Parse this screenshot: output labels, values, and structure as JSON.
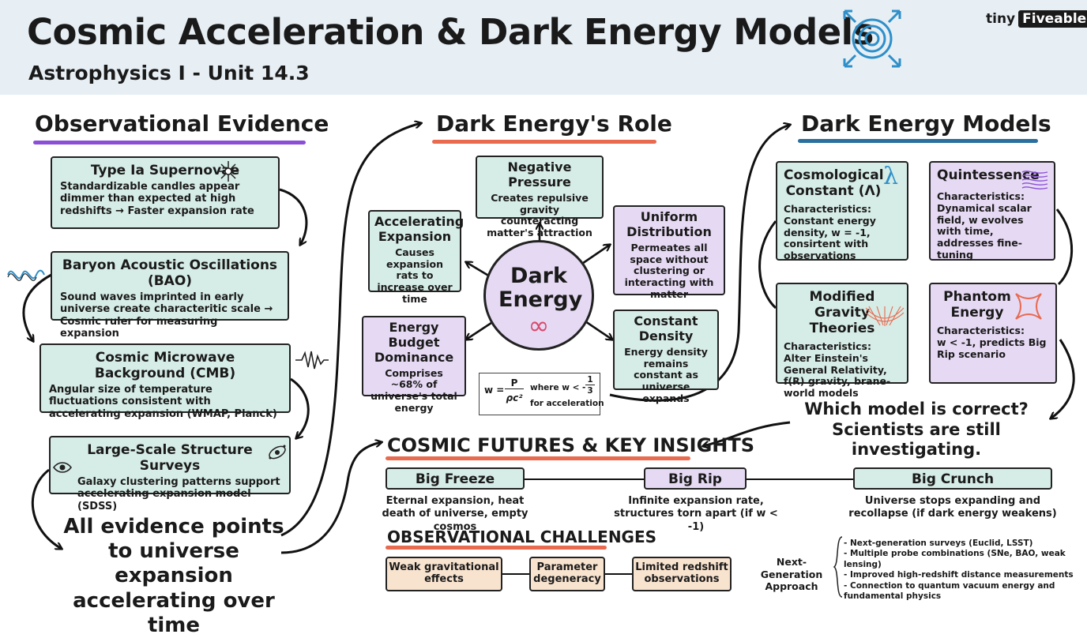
{
  "header": {
    "title": "Cosmic Acceleration & Dark Energy Models",
    "subtitle": "Astrophysics I - Unit 14.3",
    "brand_a": "tiny",
    "brand_b": "Fiveable"
  },
  "colors": {
    "header_bg": "#e7eff5",
    "green": "#d6ece6",
    "purple": "#e6d9f3",
    "peach": "#f8e3cf",
    "evidence_line": "#8a4fd6",
    "role_line": "#e86a4f",
    "models_line": "#2b6f9e",
    "futures_line": "#e86a4f",
    "icon_blue": "#2e8fc9"
  },
  "evidence": {
    "title": "Observational Evidence",
    "items": [
      {
        "title": "Type Ia Supernovae",
        "desc": "Standardizable candles appear dimmer than expected at high redshifts → Faster expansion rate",
        "icon": "starburst-icon"
      },
      {
        "title": "Baryon Acoustic Oscillations (BAO)",
        "desc": "Sound waves imprinted in early universe create characteritic scale → Cosmic ruler for measuring expansion",
        "icon": "wave-icon"
      },
      {
        "title": "Cosmic Microwave Background (CMB)",
        "desc": "Angular size of temperature fluctuations consistent with accelerating expansion (WMAP, Planck)",
        "icon": "signal-icon"
      },
      {
        "title": "Large-Scale Structure Surveys",
        "desc": "Galaxy clustering patterns support accelerating expansion model (SDSS)",
        "icon": "galaxy-icon"
      }
    ],
    "conclusion": "All evidence points to universe expansion accelerating over time"
  },
  "role": {
    "title": "Dark Energy's Role",
    "center": "Dark Energy",
    "center_symbol": "∞",
    "nodes": [
      {
        "title": "Negative Pressure",
        "desc": "Creates repulsive gravity counteracting matter's attraction"
      },
      {
        "title": "Uniform Distribution",
        "desc": "Permeates all space without clustering or interacting with matter"
      },
      {
        "title": "Constant Density",
        "desc": "Energy density remains constant as universe expands"
      },
      {
        "title": "Energy Budget Dominance",
        "desc": "Comprises ~68% of universe's total energy"
      },
      {
        "title": "Accelerating Expansion",
        "desc": "Causes expansion rats to increase over time"
      }
    ],
    "formula": {
      "lhs": "w =",
      "num": "P",
      "den": "ρc²",
      "cond": "where w < -",
      "frac_num": "1",
      "frac_den": "3",
      "note": "for acceleration"
    }
  },
  "models": {
    "title": "Dark Energy Models",
    "items": [
      {
        "title": "Cosmological Constant (Λ)",
        "symbol": "λ",
        "head": "Characteristics:",
        "desc": "Constant energy density, w = -1, consirtent with observations"
      },
      {
        "title": "Quintessence",
        "head": "Characteristics:",
        "desc": "Dynamical scalar field, w evolves with time, addresses fine-tuning",
        "icon": "field-lines-icon"
      },
      {
        "title": "Modified Gravity Theories",
        "head": "Characteristics:",
        "desc": "Alter Einstein's General Relativity, f(R) gravity, brane-world models",
        "icon": "warped-grid-icon"
      },
      {
        "title": "Phantom Energy",
        "head": "Characteristics:",
        "desc": "w < -1, predicts Big Rip scenario",
        "icon": "rip-star-icon"
      }
    ],
    "question": "Which model is correct? Scientists are still investigating."
  },
  "futures": {
    "title": "COSMIC FUTURES & KEY INSIGHTS",
    "items": [
      {
        "title": "Big Freeze",
        "desc": "Eternal expansion, heat death of universe, empty cosmos"
      },
      {
        "title": "Big Rip",
        "desc": "Infinite expansion rate, structures torn apart (if w < -1)"
      },
      {
        "title": "Big Crunch",
        "desc": "Universe stops expanding and recollapse (if dark energy weakens)"
      }
    ]
  },
  "challenges": {
    "title": "OBSERVATIONAL CHALLENGES",
    "items": [
      "Weak gravitational effects",
      "Parameter degeneracy",
      "Limited redshift observations"
    ]
  },
  "next_gen": {
    "label": "Next-Generation Approach",
    "items": [
      "- Next-generation surveys (Euclid, LSST)",
      "- Multiple probe combinations (SNe, BAO, weak lensing)",
      "- Improved high-redshift distance measurements",
      "- Connection to quantum vacuum energy and fundamental physics"
    ]
  }
}
